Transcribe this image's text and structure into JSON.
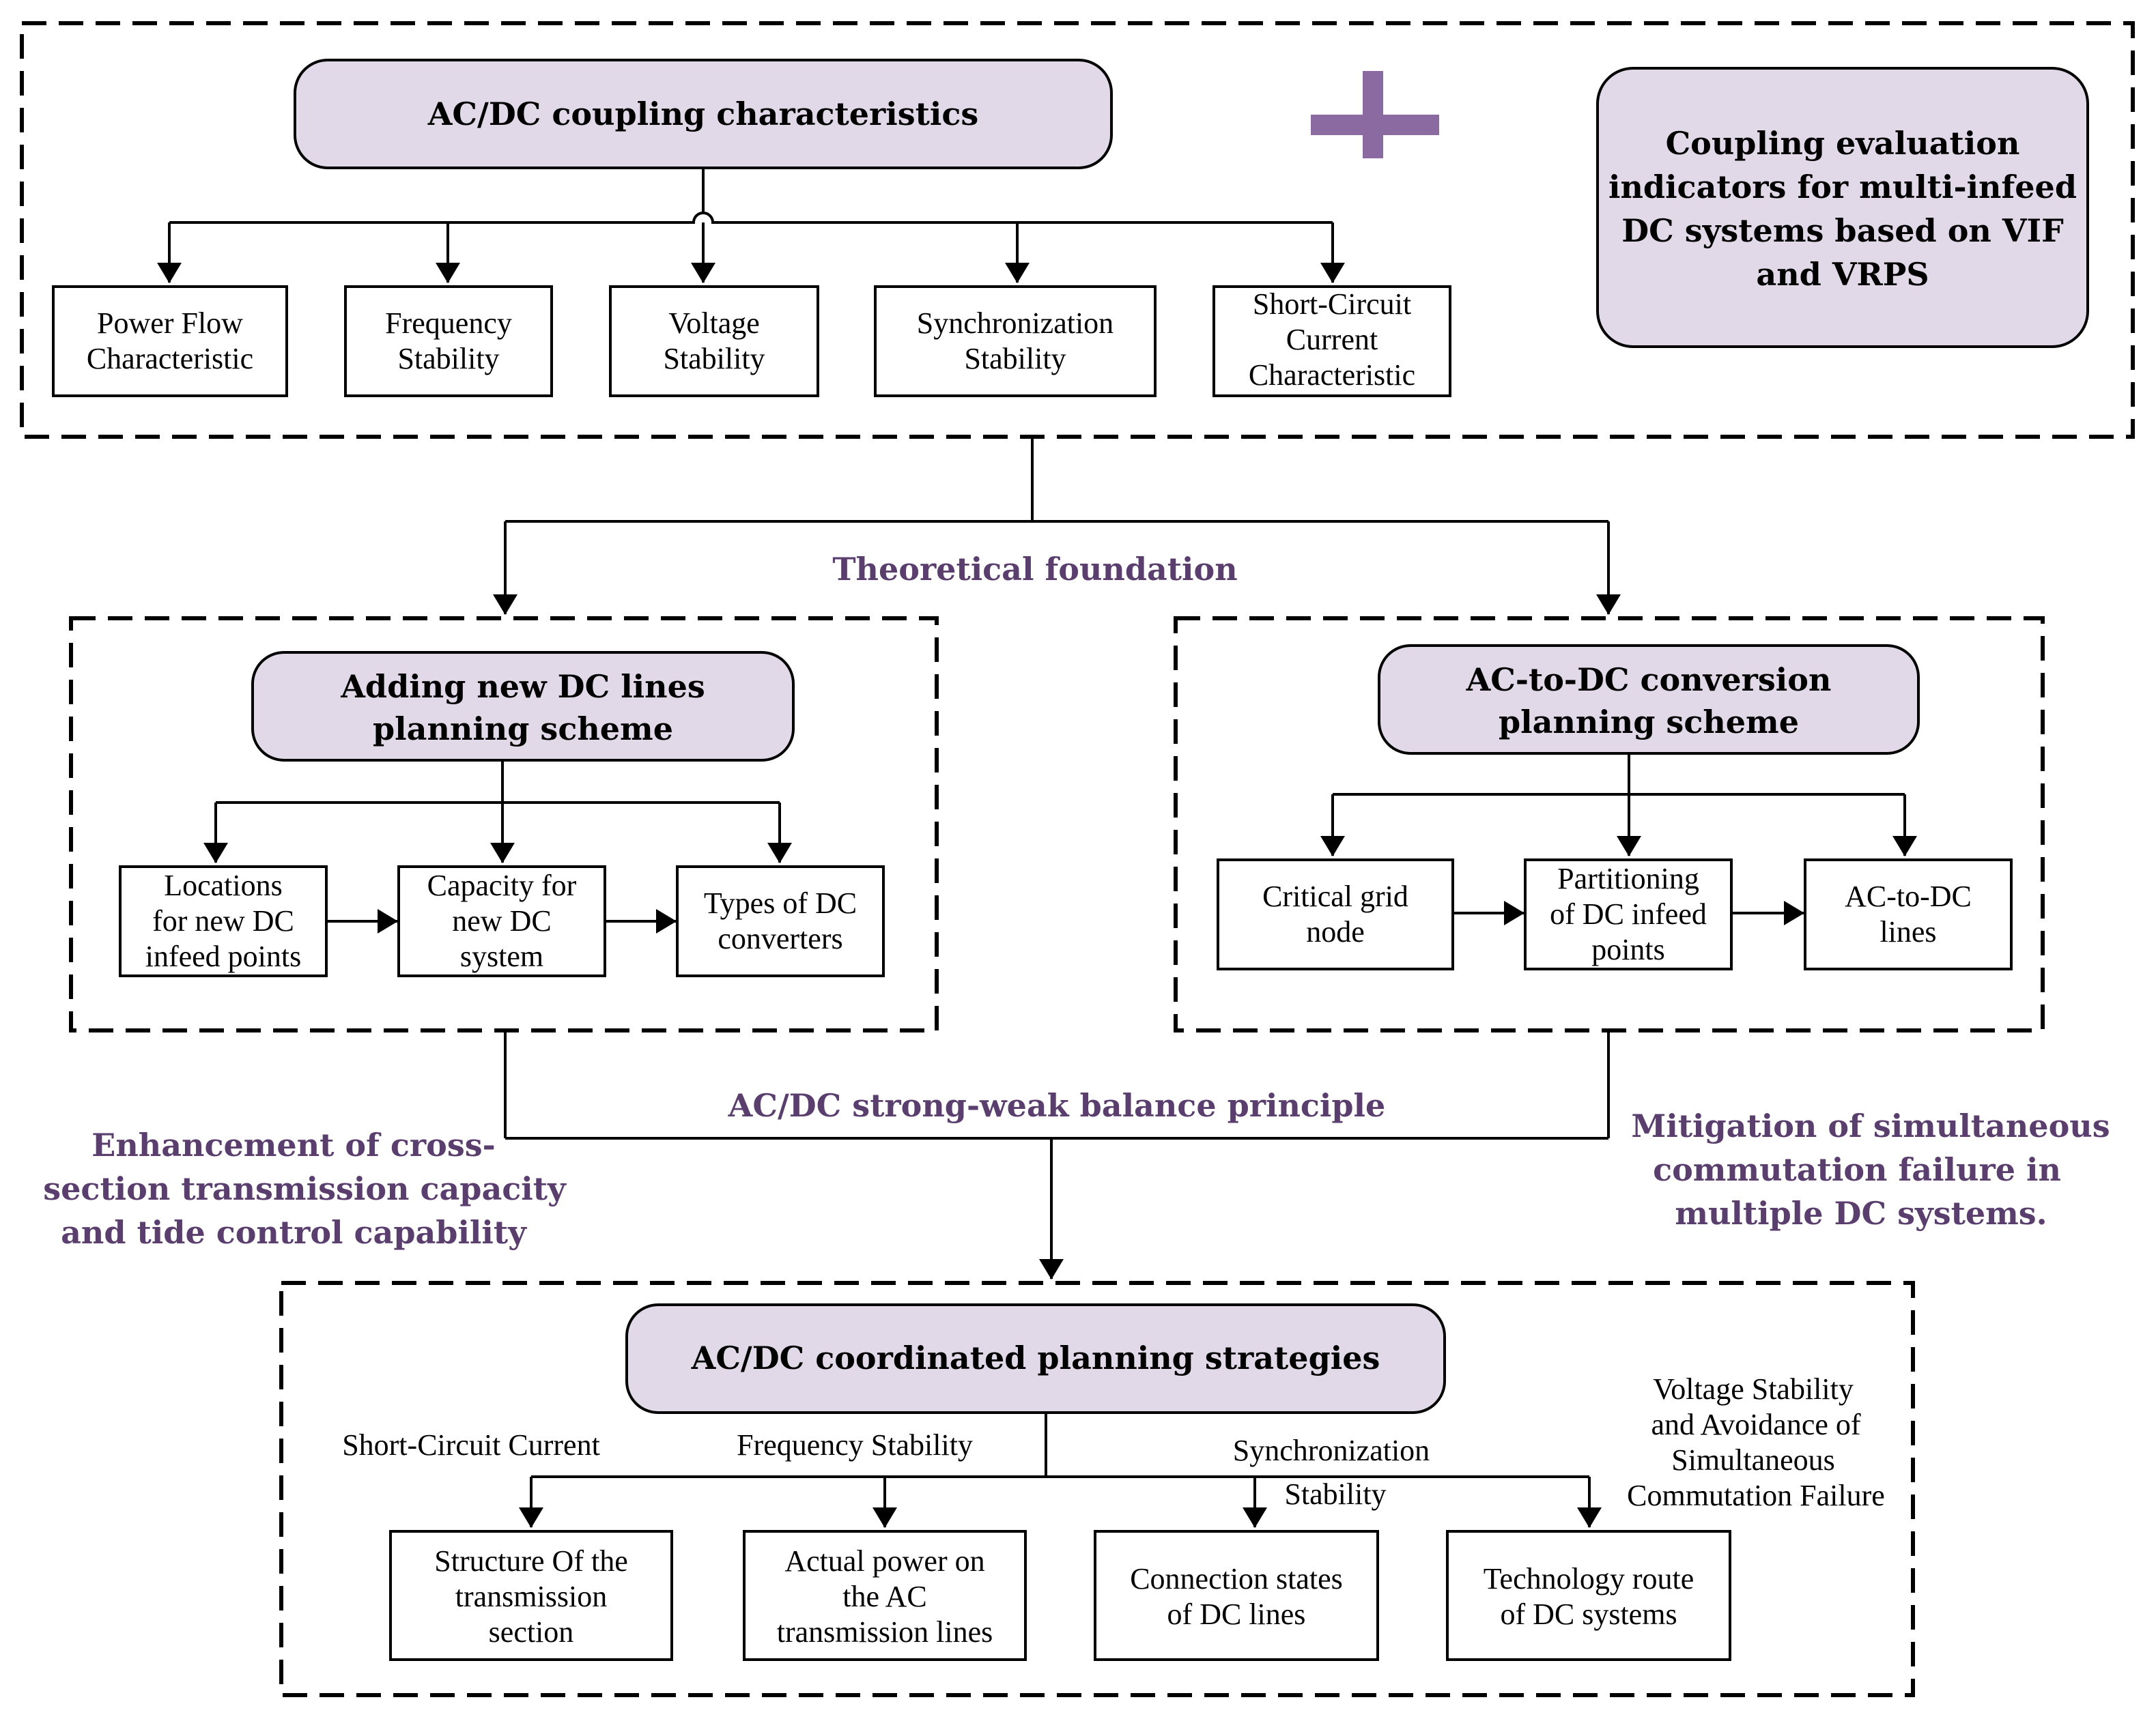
{
  "colors": {
    "lavender": "#e1d8e8",
    "purple_text": "#5a3e6e",
    "plus": "#8a6aa0"
  },
  "top": {
    "title": "AC/DC coupling characteristics",
    "evaluation_box": [
      "Coupling evaluation",
      "indicators for multi-infeed",
      "DC systems based on VIF",
      "and VRPS"
    ],
    "characteristics": [
      [
        "Power Flow",
        "Characteristic"
      ],
      [
        "Frequency",
        "Stability"
      ],
      [
        "Voltage",
        "Stability"
      ],
      [
        "Synchronization",
        "Stability"
      ],
      [
        "Short-Circuit",
        "Current",
        "Characteristic"
      ]
    ]
  },
  "labels": {
    "theoretical_foundation": "Theoretical foundation",
    "balance_principle": "AC/DC strong-weak  balance principle",
    "left_note": [
      "Enhancement of cross-",
      "section transmission capacity",
      "and tide control capability"
    ],
    "right_note": [
      "Mitigation of simultaneous",
      "commutation failure in",
      "multiple DC systems."
    ]
  },
  "left_scheme": {
    "title": [
      "Adding new DC lines",
      "planning scheme"
    ],
    "steps": [
      [
        "Locations",
        "for new DC",
        "infeed points"
      ],
      [
        "Capacity for",
        "new DC",
        "system"
      ],
      [
        "Types of DC",
        "converters"
      ]
    ]
  },
  "right_scheme": {
    "title": [
      "AC-to-DC conversion",
      "planning scheme"
    ],
    "steps": [
      [
        "Critical grid",
        "node"
      ],
      [
        "Partitioning",
        "of DC infeed",
        "points"
      ],
      [
        "AC-to-DC",
        "lines"
      ]
    ]
  },
  "bottom": {
    "title": "AC/DC coordinated planning strategies",
    "branch_labels": [
      [
        "Short-Circuit Current"
      ],
      [
        "Frequency Stability"
      ],
      [
        "Synchronization",
        "Stability"
      ],
      [
        "Voltage Stability",
        "and Avoidance of",
        "Simultaneous",
        "Commutation Failure"
      ]
    ],
    "strategies": [
      [
        "Structure Of the",
        "transmission",
        "section"
      ],
      [
        "Actual power on",
        "the AC",
        "transmission lines"
      ],
      [
        "Connection states",
        "of DC lines"
      ],
      [
        "Technology route",
        "of DC systems"
      ]
    ]
  }
}
